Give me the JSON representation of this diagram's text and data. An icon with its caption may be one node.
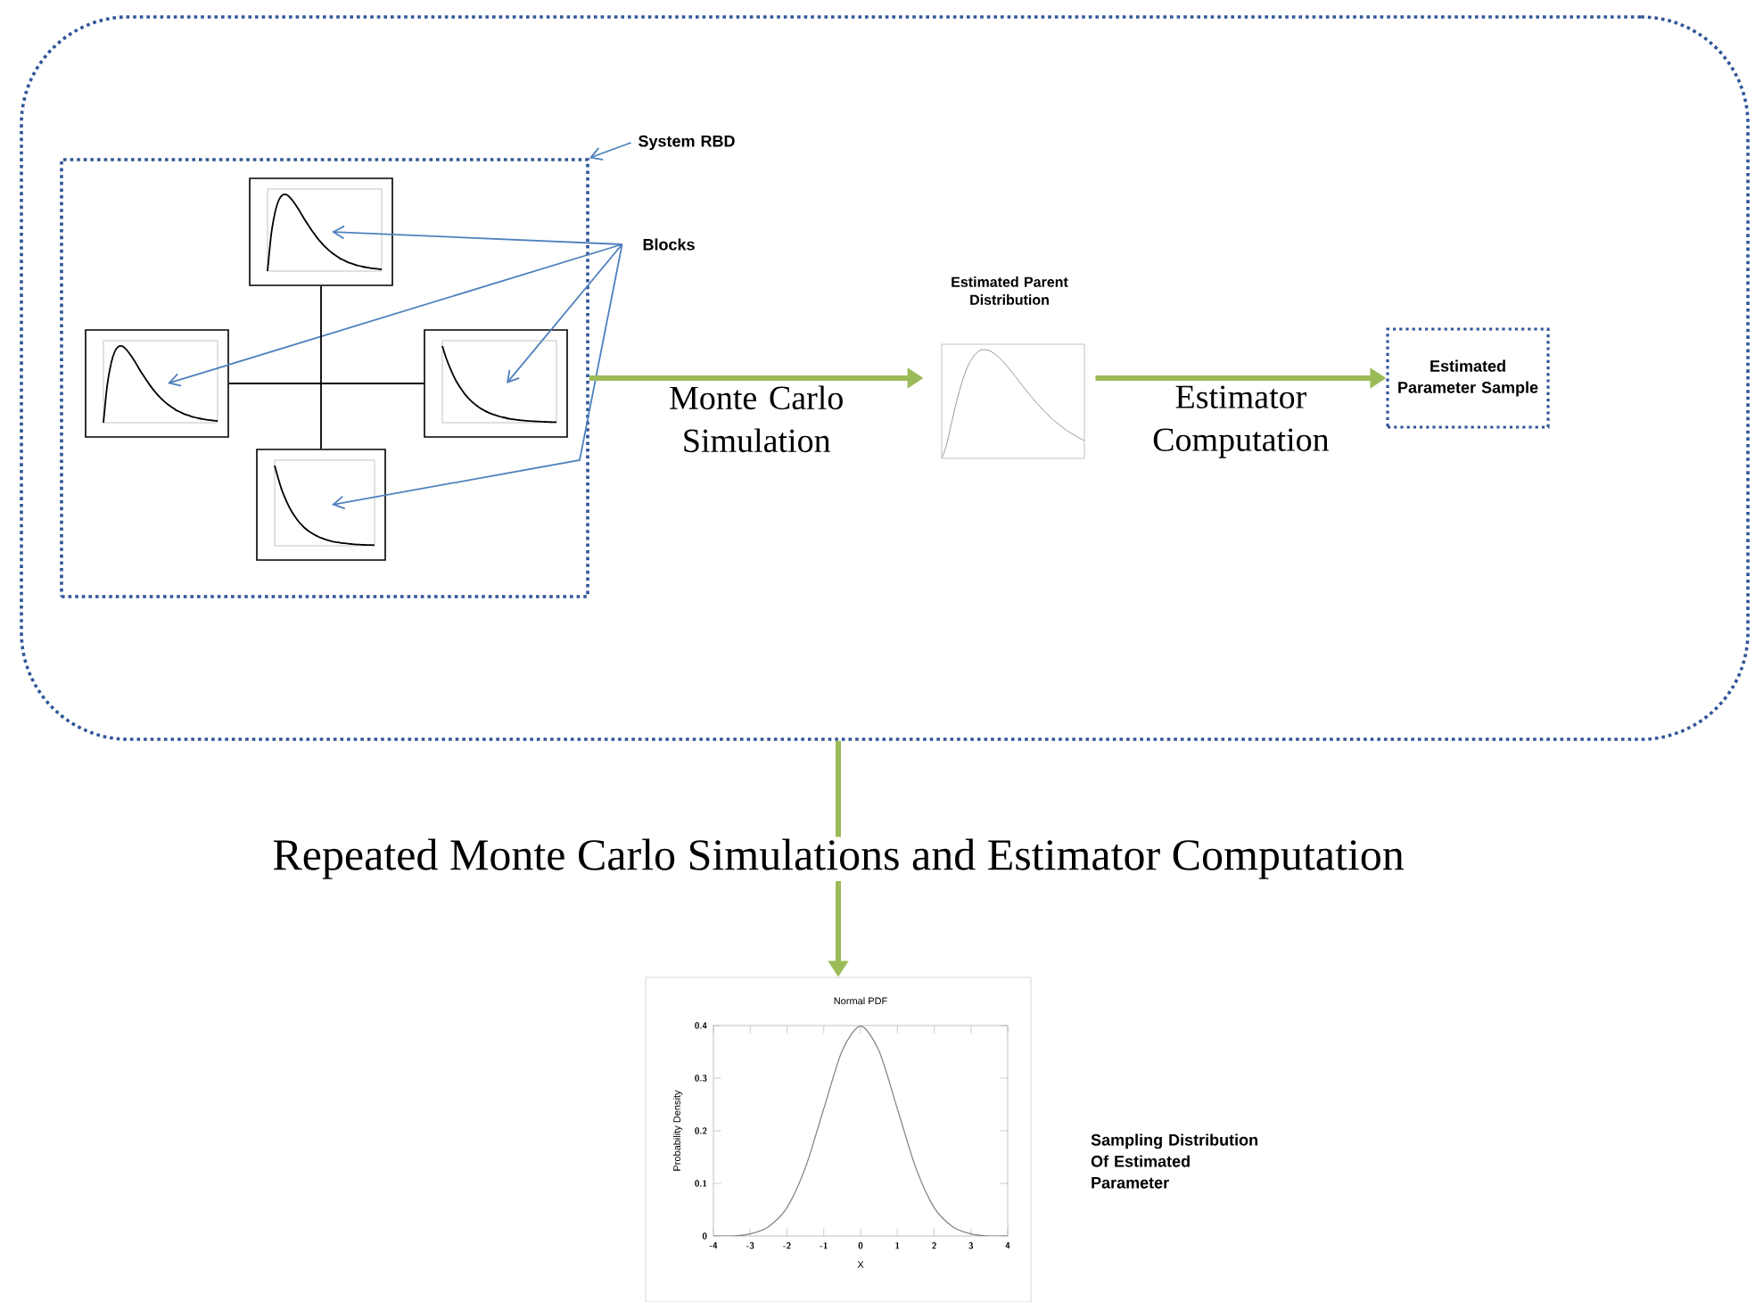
{
  "diagram": {
    "nodes": [
      {
        "text": [],
        "shape": "box"
      },
      {
        "text": [],
        "shape": "box",
        "in": 0
      },
      {
        "text": [
          "System RBD"
        ],
        "in": 0
      },
      {
        "text": [],
        "shape": "picture",
        "in": 1
      },
      {
        "text": [],
        "shape": "picture",
        "in": 1
      },
      {
        "text": [],
        "shape": "picture",
        "in": 1
      },
      {
        "text": [],
        "shape": "picture",
        "in": 1
      },
      {
        "text": [
          "Blocks"
        ],
        "in": 0
      },
      {
        "text": [
          "Estimated Parent Distribution"
        ],
        "in": 0
      },
      {
        "text": [
          "Estimated Parameter Sample"
        ],
        "in": 0
      },
      {
        "text": [],
        "shape": "picture",
        "beside": [
          "Sampling Distribution Of Estimated Parameter"
        ]
      }
    ],
    "edges": [
      {
        "from": 2,
        "to": 1,
        "arrow": "to"
      },
      {
        "from": 7,
        "to": 3,
        "arrow": "to"
      },
      {
        "from": 7,
        "to": 4,
        "arrow": "to"
      },
      {
        "from": 7,
        "to": 5,
        "arrow": "to"
      },
      {
        "from": 7,
        "to": 6,
        "arrow": "to"
      },
      {
        "from": 3,
        "to": 6,
        "arrow": "none",
        "color": "#000000"
      },
      {
        "from": 4,
        "to": 5,
        "arrow": "none",
        "color": "#000000"
      },
      {
        "from": 1,
        "to": 8,
        "arrow": "to",
        "label": "Monte Carlo Simulation",
        "style": "thick",
        "color": "#9bbb59"
      },
      {
        "from": 8,
        "to": 9,
        "arrow": "to",
        "label": "Estimator Computation",
        "style": "thick",
        "color": "#9bbb59"
      },
      {
        "from": 0,
        "to": 10,
        "arrow": "to",
        "label": "Repeated Monte Carlo Simulations and Estimator Computation",
        "style": "thick",
        "color": "#9bbb59"
      }
    ],
    "chart_data": {
      "type": "line",
      "title": "Normal PDF",
      "xlabel": "X",
      "ylabel": "Probability Density",
      "x": [
        -4,
        -3.5,
        -3,
        -2.5,
        -2,
        -1.5,
        -1,
        -0.5,
        0,
        0.5,
        1,
        1.5,
        2,
        2.5,
        3,
        3.5,
        4
      ],
      "series": [
        {
          "color": "#808080",
          "values": [
            0,
            0,
            0.004,
            0.018,
            0.054,
            0.13,
            0.242,
            0.352,
            0.399,
            0.352,
            0.242,
            0.13,
            0.054,
            0.018,
            0.004,
            0,
            0
          ]
        }
      ],
      "xlim": [
        -4,
        4
      ],
      "ylim": [
        0,
        0.4
      ],
      "xticks": [
        -4,
        -3,
        -2,
        -1,
        0,
        1,
        2,
        3,
        4
      ],
      "yticks": [
        0,
        0.1,
        0.2,
        0.3,
        0.4
      ]
    }
  }
}
